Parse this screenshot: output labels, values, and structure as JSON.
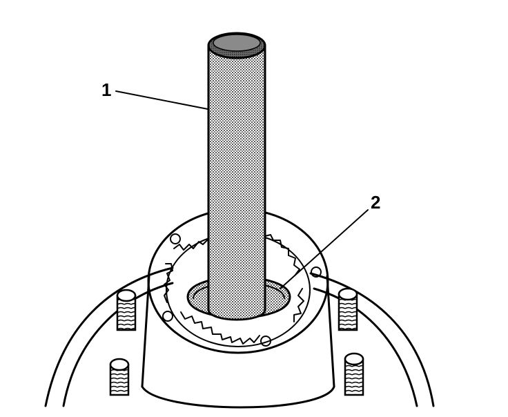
{
  "callouts": [
    {
      "id": "1",
      "label": "1"
    },
    {
      "id": "2",
      "label": "2"
    }
  ],
  "colors": {
    "line": "#000000",
    "background": "#ffffff",
    "tool_shading": "#8c8c8c"
  }
}
